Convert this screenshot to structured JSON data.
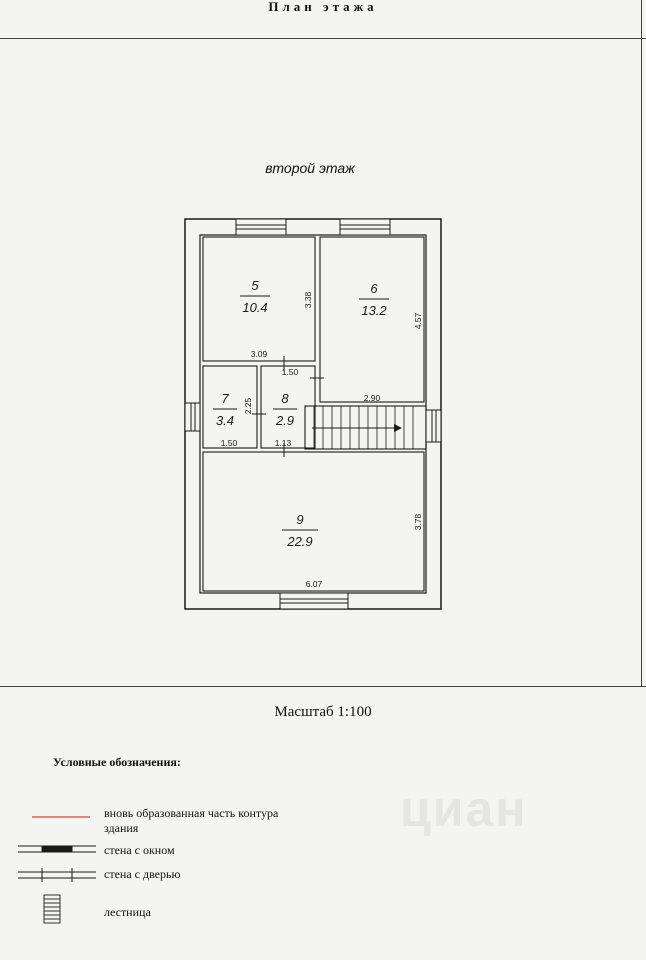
{
  "header": {
    "title": "План этажа"
  },
  "floor_label": "второй этаж",
  "rooms": [
    {
      "number": "5",
      "area": "10.4"
    },
    {
      "number": "6",
      "area": "13.2"
    },
    {
      "number": "7",
      "area": "3.4"
    },
    {
      "number": "8",
      "area": "2.9"
    },
    {
      "number": "9",
      "area": "22.9"
    }
  ],
  "dimensions": {
    "room5_height": "3.38",
    "room5_width": "3.09",
    "room6_height": "4.57",
    "room6_width": "2.90",
    "room7_height": "2.25",
    "room7_width": "1.50",
    "room8_top": "1.50",
    "room8_width": "1.13",
    "room9_height": "3.78",
    "room9_width": "6.07"
  },
  "scale_text": "Масштаб 1:100",
  "legend": {
    "title": "Условные обозначения:",
    "items": [
      {
        "line1": "вновь образованная часть контура",
        "line2": "здания"
      },
      {
        "line1": "стена с окном"
      },
      {
        "line1": "стена с дверью"
      },
      {
        "line1": "лестница"
      }
    ]
  },
  "watermark": "циан",
  "colors": {
    "ink": "#1a1a1a",
    "contour": "#e0443a",
    "paper": "#f4f4f2"
  }
}
